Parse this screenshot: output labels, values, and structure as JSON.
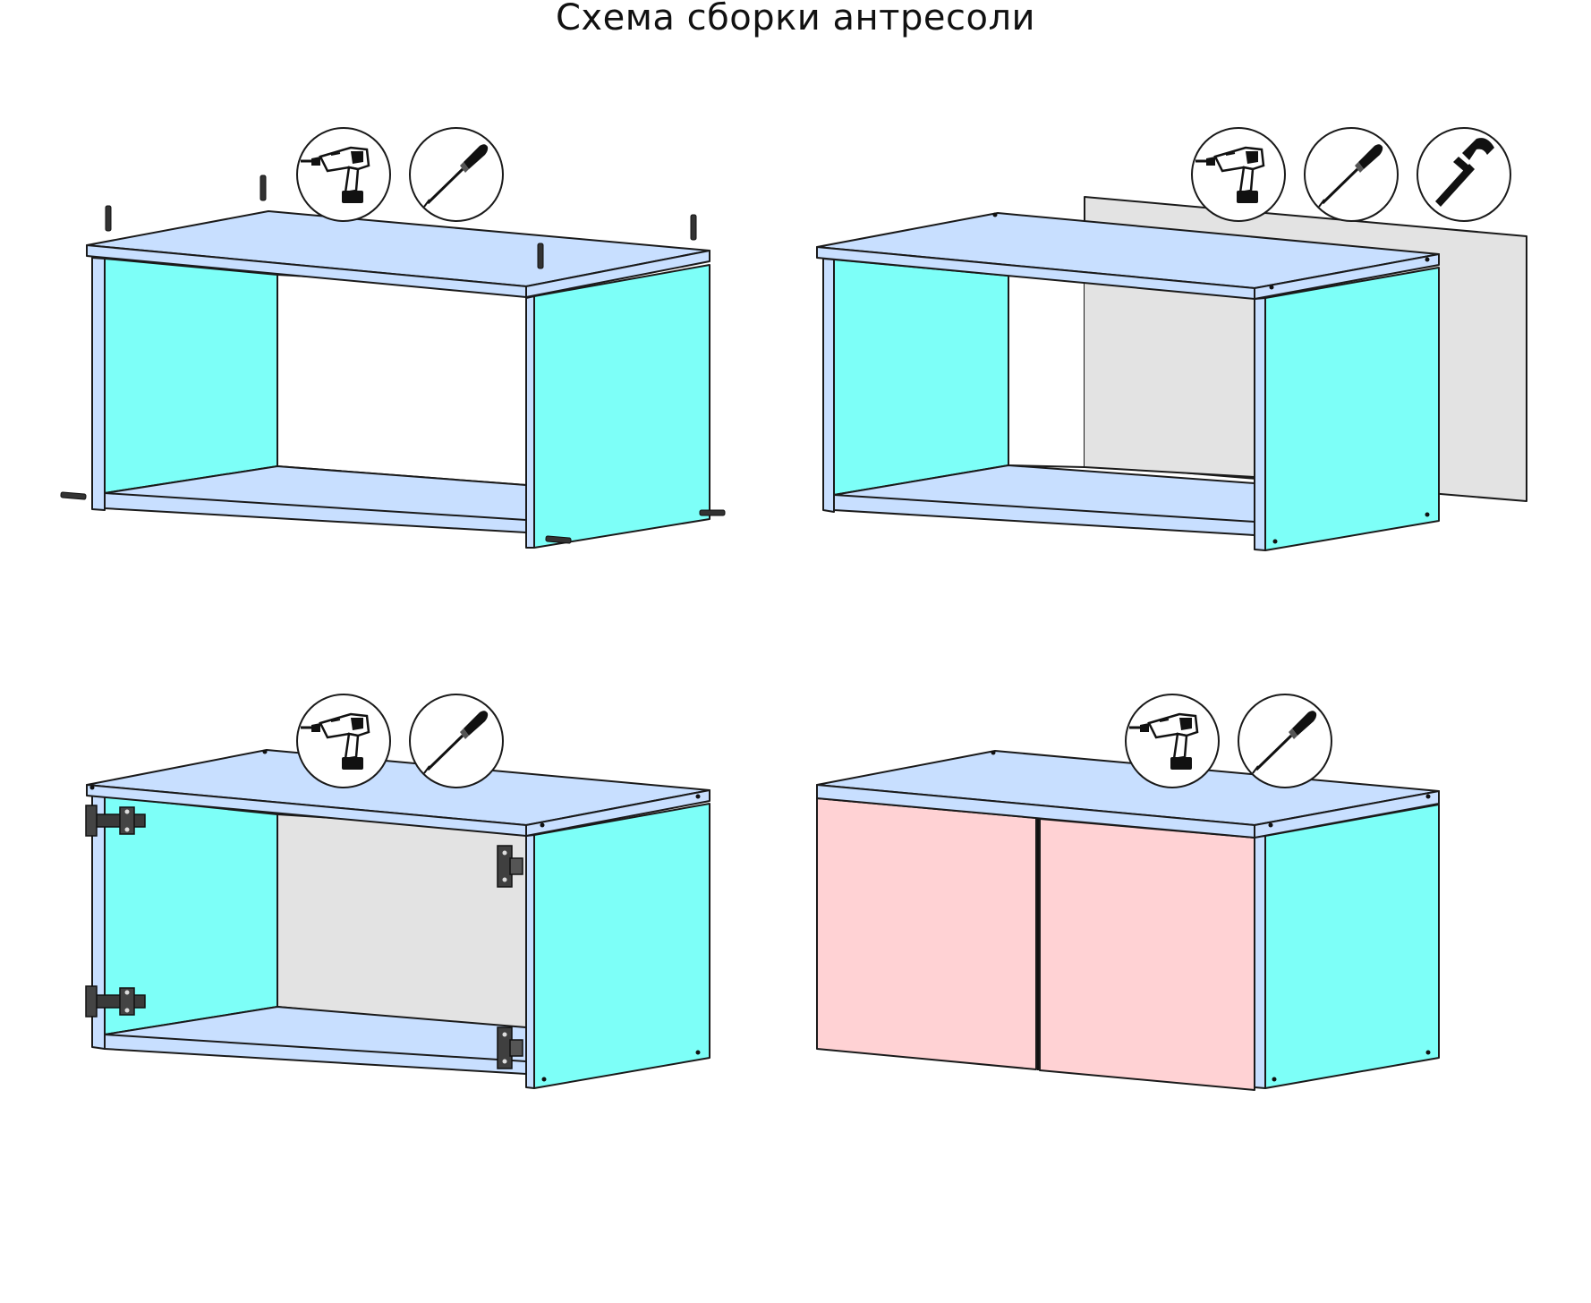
{
  "title": "Схема сборки антресоли",
  "colors": {
    "top_panel": "#c8dfff",
    "side_panel": "#7dfff8",
    "back_panel": "#e3e3e3",
    "door": "#ffd2d4",
    "outline": "#1a1a1a",
    "hardware": "#333333"
  },
  "steps": [
    {
      "name": "step-1-frame-assembly",
      "tools": [
        "drill-icon",
        "screwdriver-icon"
      ]
    },
    {
      "name": "step-2-back-panel",
      "tools": [
        "drill-icon",
        "screwdriver-icon",
        "hammer-icon"
      ]
    },
    {
      "name": "step-3-hinges",
      "tools": [
        "drill-icon",
        "screwdriver-icon"
      ]
    },
    {
      "name": "step-4-doors",
      "tools": [
        "drill-icon",
        "screwdriver-icon"
      ]
    }
  ]
}
